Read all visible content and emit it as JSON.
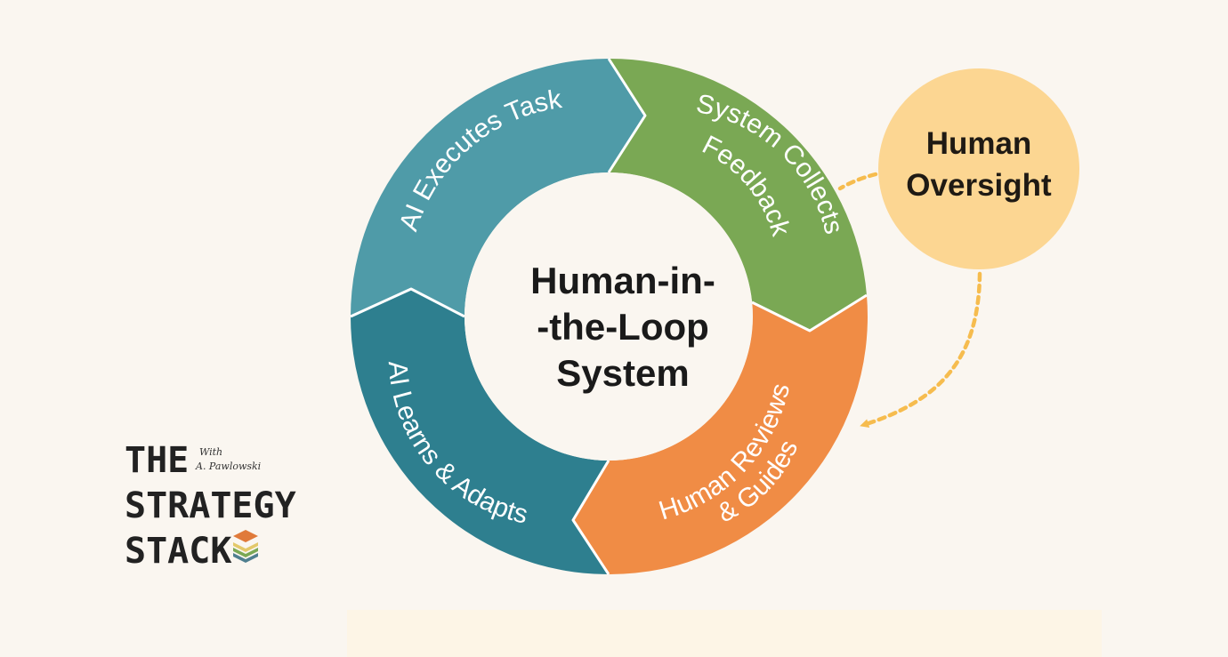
{
  "diagram": {
    "center": {
      "lines": [
        "Human-in-",
        "-the-Loop",
        "System"
      ]
    },
    "segments": [
      {
        "id": "execute",
        "lines": [
          "AI Executes Task"
        ],
        "color": "#4f9ba8"
      },
      {
        "id": "feedback",
        "lines": [
          "System Collects",
          "Feedback"
        ],
        "color": "#7aa854"
      },
      {
        "id": "review",
        "lines": [
          "Human Reviews",
          "& Guides"
        ],
        "color": "#f08c45"
      },
      {
        "id": "learn",
        "lines": [
          "AI Learns & Adapts"
        ],
        "color": "#2e7f8f"
      }
    ],
    "oversight": {
      "lines": [
        "Human",
        "Oversight"
      ],
      "color": "#fcd692",
      "arrow_color": "#f6bc4e"
    }
  },
  "logo": {
    "line1": "THE",
    "line2": "STRATEGY",
    "line3": "STACK",
    "script1": "With",
    "script2": "A. Pawlowski",
    "icon": "layered-stack-icon",
    "icon_colors": [
      "#e07a3a",
      "#e3c96a",
      "#7aa854",
      "#4f7f8f"
    ]
  }
}
